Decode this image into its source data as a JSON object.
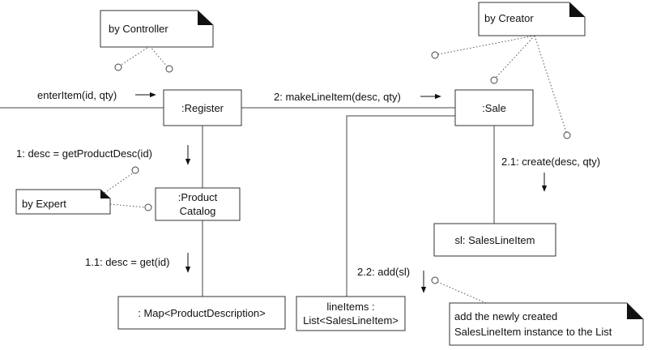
{
  "notes": {
    "controller": "by Controller",
    "creator": "by Creator",
    "expert": "by Expert",
    "list_line1": "add the newly created",
    "list_line2": "SalesLineItem instance to the List"
  },
  "objects": {
    "register": ":Register",
    "sale": ":Sale",
    "catalog_line1": ":Product",
    "catalog_line2": "Catalog",
    "sales_line_item": "sl: SalesLineItem",
    "map": ": Map<ProductDescription>",
    "line_items_line1": "lineItems :",
    "line_items_line2": "List<SalesLineItem>"
  },
  "messages": {
    "enter_item": "enterItem(id, qty)",
    "make_line_item": "2: makeLineItem(desc, qty)",
    "get_product_desc": "1: desc = getProductDesc(id)",
    "create": "2.1: create(desc, qty)",
    "get": "1.1: desc = get(id)",
    "add": "2.2: add(sl)"
  }
}
